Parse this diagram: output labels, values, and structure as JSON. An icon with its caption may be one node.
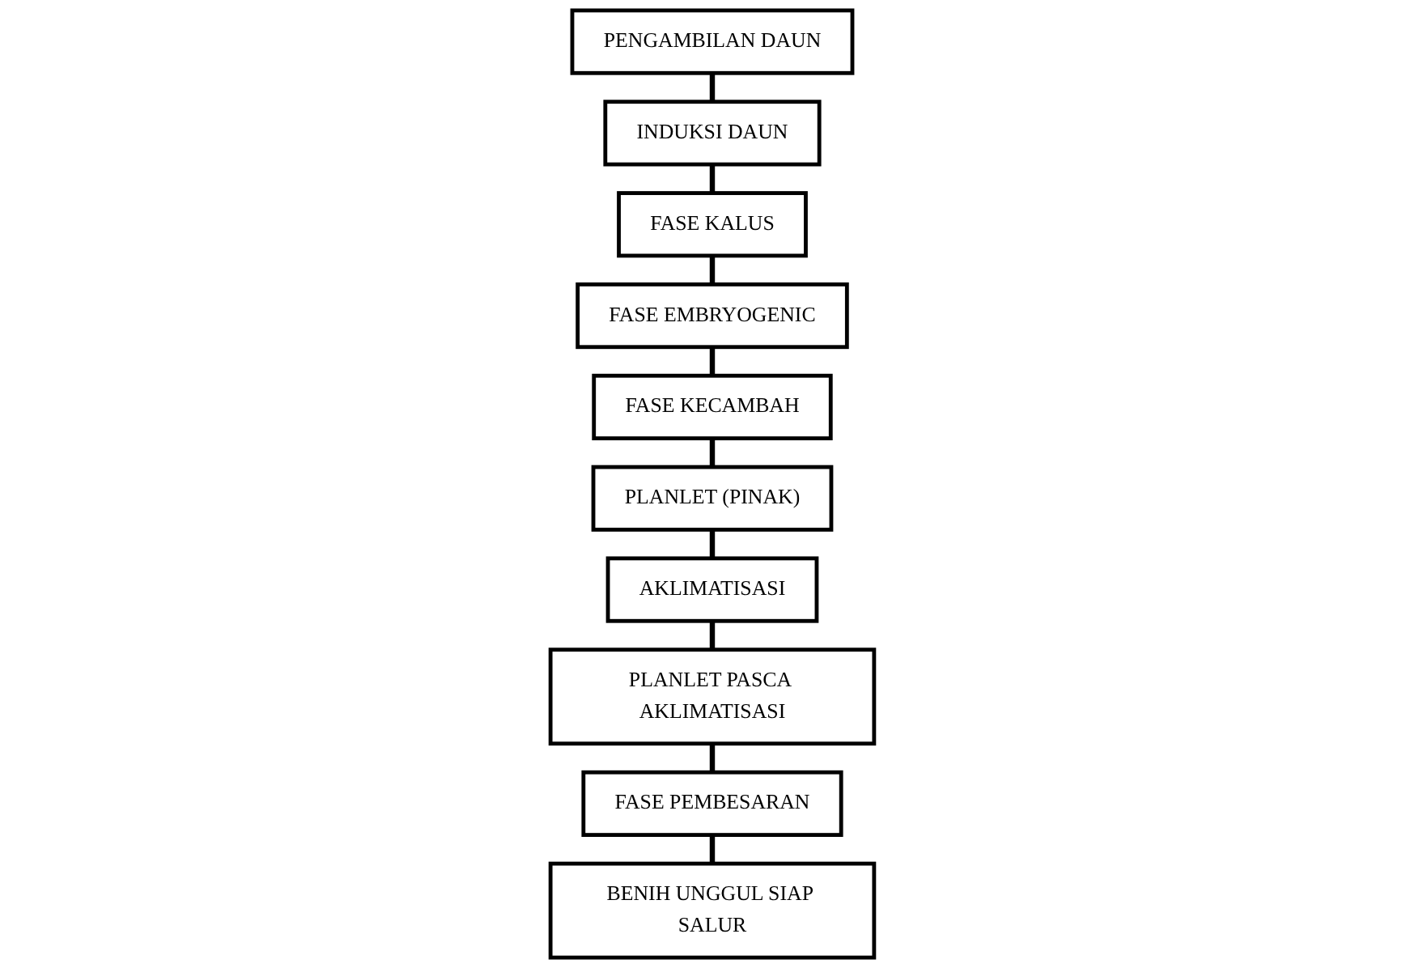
{
  "diagram": {
    "nodes": [
      {
        "text": [
          "PENGAMBILAN DAUN"
        ]
      },
      {
        "text": [
          "INDUKSI DAUN"
        ]
      },
      {
        "text": [
          "FASE KALUS"
        ]
      },
      {
        "text": [
          "FASE EMBRYOGENIC"
        ]
      },
      {
        "text": [
          "FASE KECAMBAH"
        ]
      },
      {
        "text": [
          "PLANLET (PINAK)"
        ]
      },
      {
        "text": [
          "AKLIMATISASI"
        ]
      },
      {
        "text": [
          "PLANLET PASCA AKLIMATISASI"
        ]
      },
      {
        "text": [
          "FASE PEMBESARAN"
        ]
      },
      {
        "text": [
          "BENIH UNGGUL SIAP SALUR"
        ]
      }
    ],
    "edges": [
      {
        "from": 0,
        "to": 1,
        "arrow": "none"
      },
      {
        "from": 1,
        "to": 2,
        "arrow": "none"
      },
      {
        "from": 2,
        "to": 3,
        "arrow": "none"
      },
      {
        "from": 3,
        "to": 4,
        "arrow": "none"
      },
      {
        "from": 4,
        "to": 5,
        "arrow": "none"
      },
      {
        "from": 5,
        "to": 6,
        "arrow": "none"
      },
      {
        "from": 6,
        "to": 7,
        "arrow": "none"
      },
      {
        "from": 7,
        "to": 8,
        "arrow": "none"
      },
      {
        "from": 8,
        "to": 9,
        "arrow": "none"
      }
    ]
  }
}
